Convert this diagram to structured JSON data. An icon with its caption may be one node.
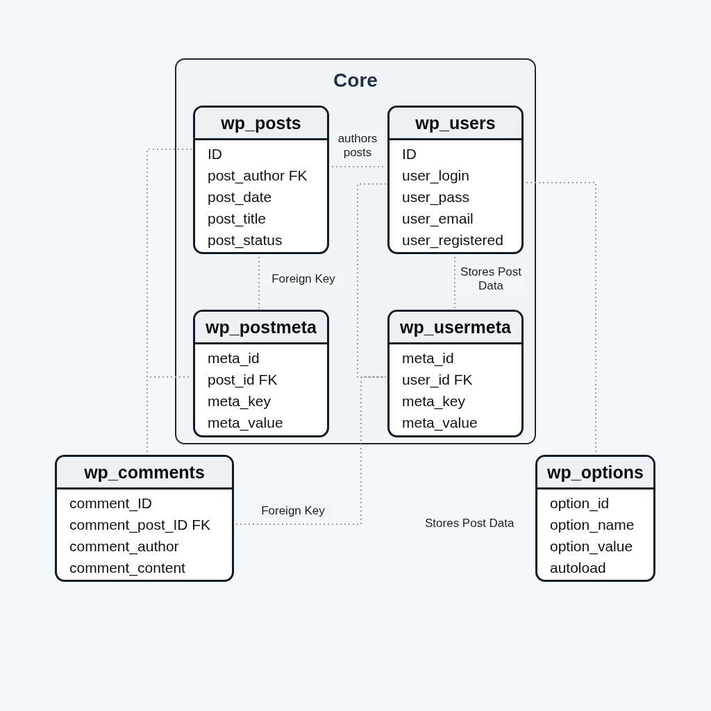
{
  "diagram": {
    "nodes": [
      {
        "text": [
          "Core"
        ]
      },
      {
        "text": [
          "wp_posts",
          "ID",
          "post_author FK",
          "post_date",
          "post_title",
          "post_status"
        ],
        "in": 0
      },
      {
        "text": [
          "wp_users",
          "ID",
          "user_login",
          "user_pass",
          "user_email",
          "user_registered"
        ],
        "in": 0
      },
      {
        "text": [
          "wp_postmeta",
          "meta_id",
          "post_id FK",
          "meta_key",
          "meta_value"
        ],
        "in": 0
      },
      {
        "text": [
          "wp_usermeta",
          "meta_id",
          "user_id FK",
          "meta_key",
          "meta_value"
        ],
        "in": 0
      },
      {
        "text": [
          "wp_comments",
          "comment_ID",
          "comment_post_ID FK",
          "comment_author",
          "comment_content"
        ]
      },
      {
        "text": [
          "wp_options",
          "option_id",
          "option_name",
          "option_value",
          "autoload"
        ]
      }
    ],
    "edges": [
      {
        "from": 1,
        "to": 3,
        "arrow": "none"
      },
      {
        "from": 1,
        "to": 5,
        "arrow": "none"
      },
      {
        "from": 1,
        "to": 2,
        "arrow": "none",
        "label": "authors posts"
      },
      {
        "from": 1,
        "to": 3,
        "arrow": "none",
        "label": "Foreign Key"
      },
      {
        "from": 2,
        "to": 4,
        "arrow": "none",
        "label": "Stores Post Data"
      },
      {
        "from": 2,
        "to": 4,
        "arrow": "none"
      },
      {
        "from": 4,
        "to": 5,
        "arrow": "none",
        "label": "Foreign Key"
      },
      {
        "from": 2,
        "to": 6,
        "arrow": "none"
      }
    ],
    "labels": [
      "Stores Post Data"
    ]
  }
}
